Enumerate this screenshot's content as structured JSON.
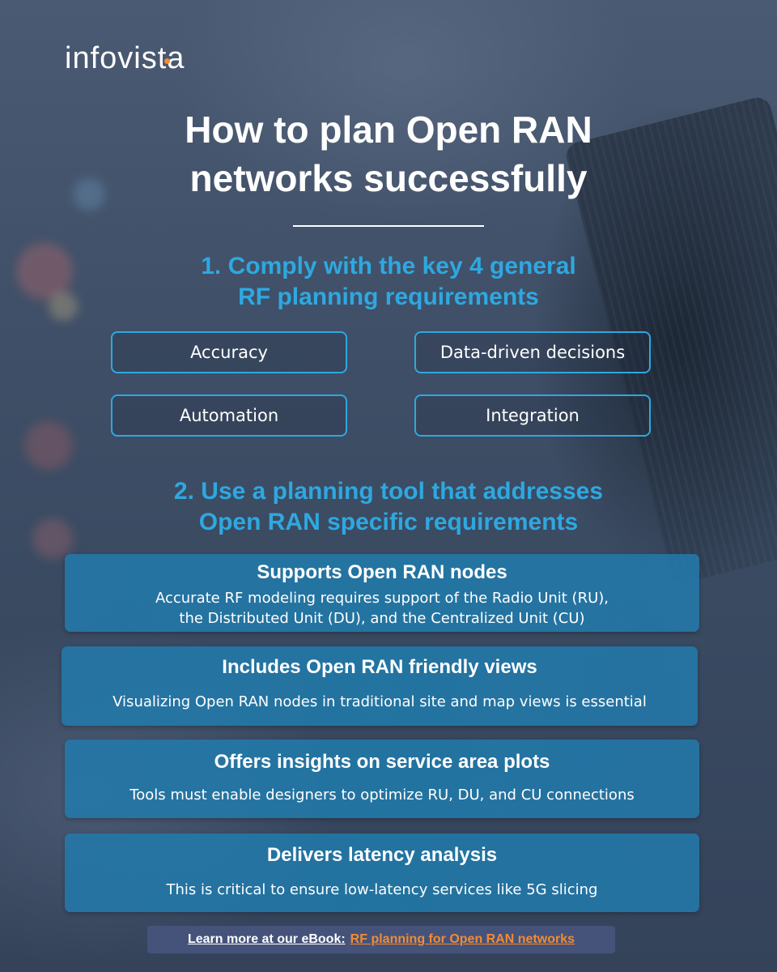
{
  "brand": {
    "logo_text": "infovista",
    "accent_color": "#f28b32"
  },
  "title": {
    "line1": "How to plan Open RAN",
    "line2": "networks successfully"
  },
  "section1": {
    "heading_line1": "1. Comply with the key 4 general",
    "heading_line2": "RF planning requirements",
    "heading_color": "#2ea8e0",
    "requirements": [
      "Accuracy",
      "Data-driven decisions",
      "Automation",
      "Integration"
    ]
  },
  "section2": {
    "heading_line1": "2. Use a planning tool that addresses",
    "heading_line2": "Open RAN specific requirements",
    "cards": [
      {
        "title": "Supports Open RAN nodes",
        "text_line1": "Accurate RF modeling requires support of the Radio Unit (RU),",
        "text_line2": "the Distributed Unit (DU), and the Centralized Unit (CU)"
      },
      {
        "title": "Includes Open RAN friendly views",
        "text_line1": "Visualizing Open RAN nodes in traditional site and map views is essential"
      },
      {
        "title": "Offers insights on service area plots",
        "text_line1": "Tools must enable designers to optimize RU, DU, and CU connections"
      },
      {
        "title": "Delivers latency analysis",
        "text_line1": "This is critical to ensure low-latency services like 5G slicing"
      }
    ]
  },
  "cta": {
    "lead_text": "Learn more at our eBook:",
    "link_text": "RF planning for Open RAN networks",
    "link_color": "#f28b32"
  }
}
